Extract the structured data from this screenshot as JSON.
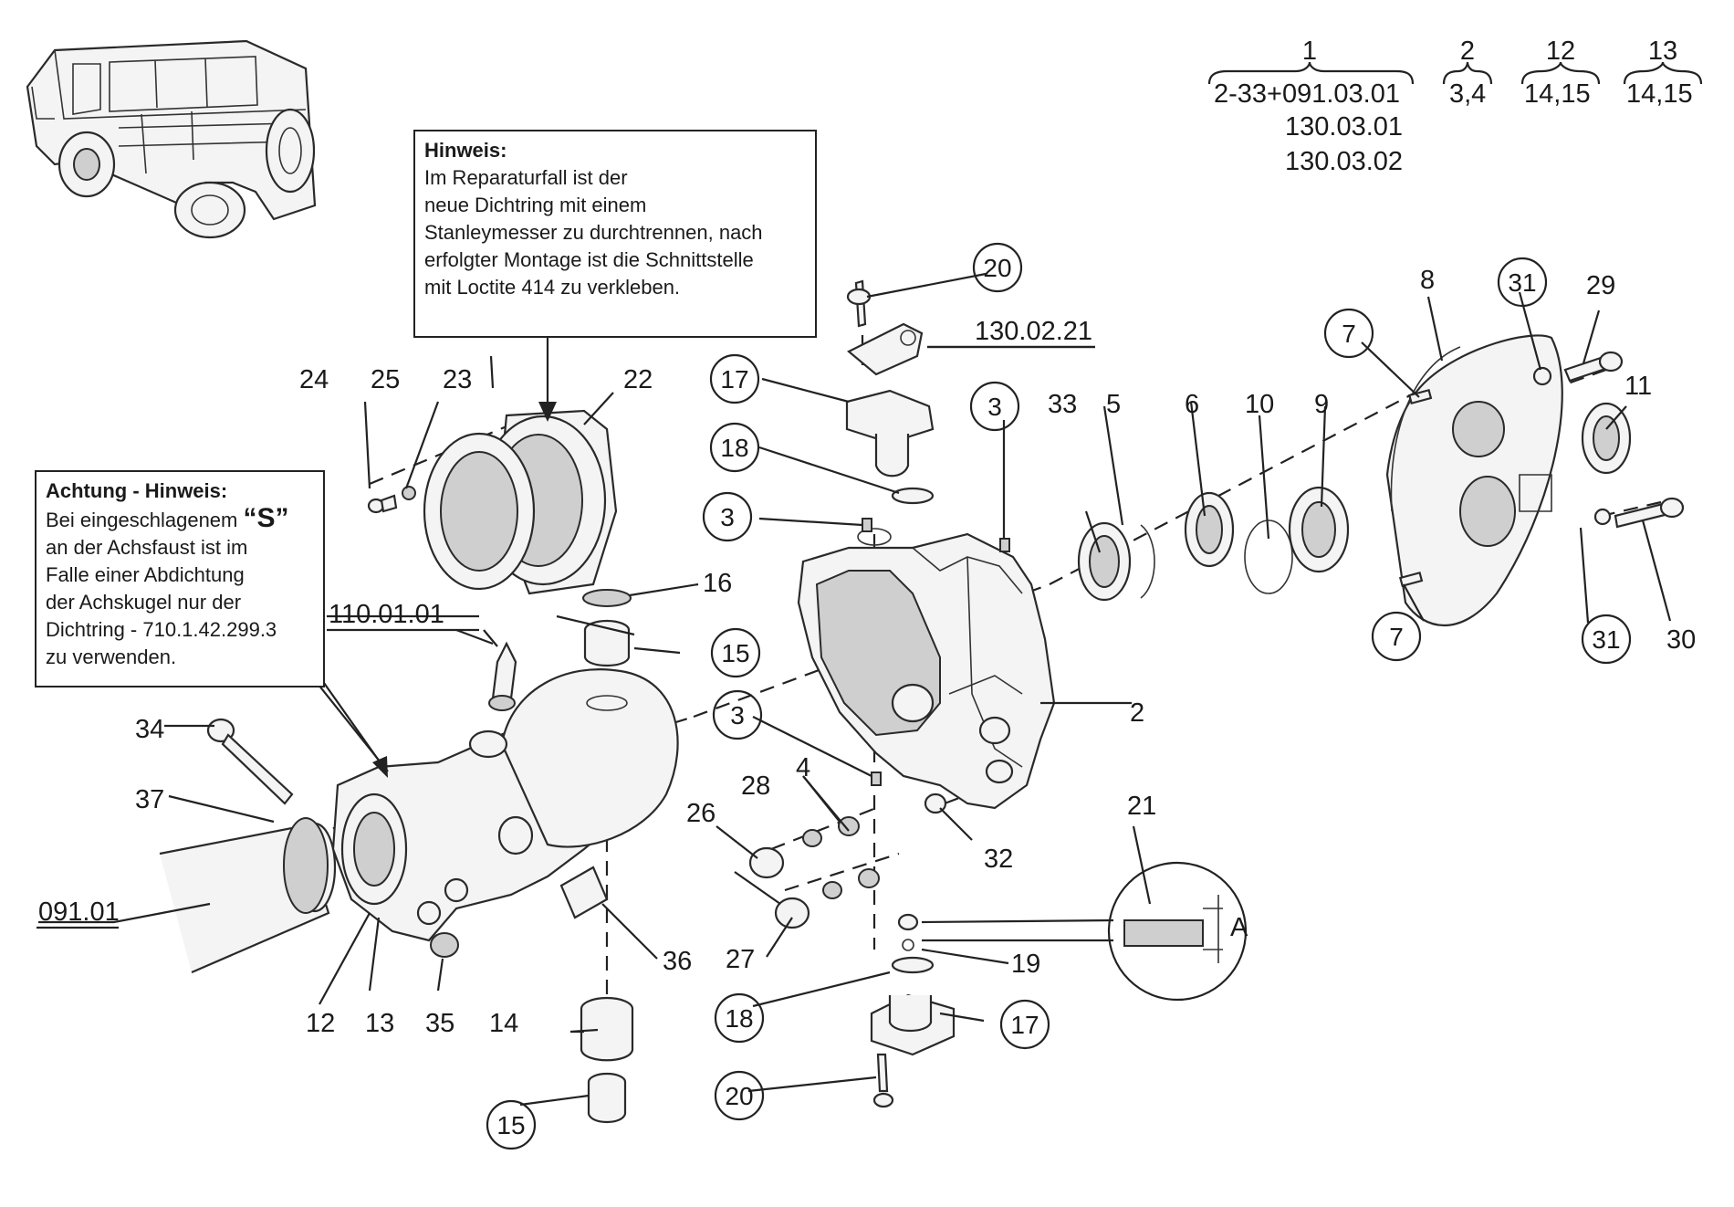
{
  "notes": {
    "hinweis": {
      "title": "Hinweis:",
      "lines": [
        "Im Reparaturfall ist der",
        "neue Dichtring mit einem",
        "Stanleymesser zu durchtrennen, nach",
        "erfolgter Montage ist die Schnittstelle",
        "mit Loctite 414 zu verkleben."
      ]
    },
    "achtung": {
      "title": "Achtung - Hinweis:",
      "line1_pre": "Bei eingeschlagenem ",
      "line1_s": "“S”",
      "lines": [
        "an der Achsfaust ist im",
        "Falle einer Abdichtung",
        "der Achskugel nur der",
        "Dichtring - 710.1.42.299.3",
        "zu verwenden."
      ]
    }
  },
  "legend": {
    "groups": [
      {
        "num": "1",
        "items": [
          "2-33+091.03.01",
          "130.03.01",
          "130.03.02"
        ]
      },
      {
        "num": "2",
        "items": [
          "3,4"
        ]
      },
      {
        "num": "12",
        "items": [
          "14,15"
        ]
      },
      {
        "num": "13",
        "items": [
          "14,15"
        ]
      }
    ]
  },
  "refs": {
    "r110": "110.01.01",
    "r091": "091.01",
    "r130": "130.02.21",
    "dim_a": "A"
  },
  "labels": {
    "p2": "2",
    "p4": "4",
    "p5": "5",
    "p6": "6",
    "p8": "8",
    "p9": "9",
    "p10": "10",
    "p11": "11",
    "p12": "12",
    "p13": "13",
    "p14": "14",
    "p16": "16",
    "p19": "19",
    "p21": "21",
    "p22": "22",
    "p23": "23",
    "p24": "24",
    "p25": "25",
    "p26": "26",
    "p27": "27",
    "p28": "28",
    "p29": "29",
    "p30": "30",
    "p32": "32",
    "p33": "33",
    "p34": "34",
    "p35": "35",
    "p36": "36",
    "p37": "37"
  },
  "circled": {
    "c20a": "20",
    "c17a": "17",
    "c18a": "18",
    "c3a": "3",
    "c3b": "3",
    "c3c": "3",
    "c15a": "15",
    "c7a": "7",
    "c7b": "7",
    "c31a": "31",
    "c31b": "31",
    "c18b": "18",
    "c17b": "17",
    "c20b": "20",
    "c15b": "15"
  }
}
